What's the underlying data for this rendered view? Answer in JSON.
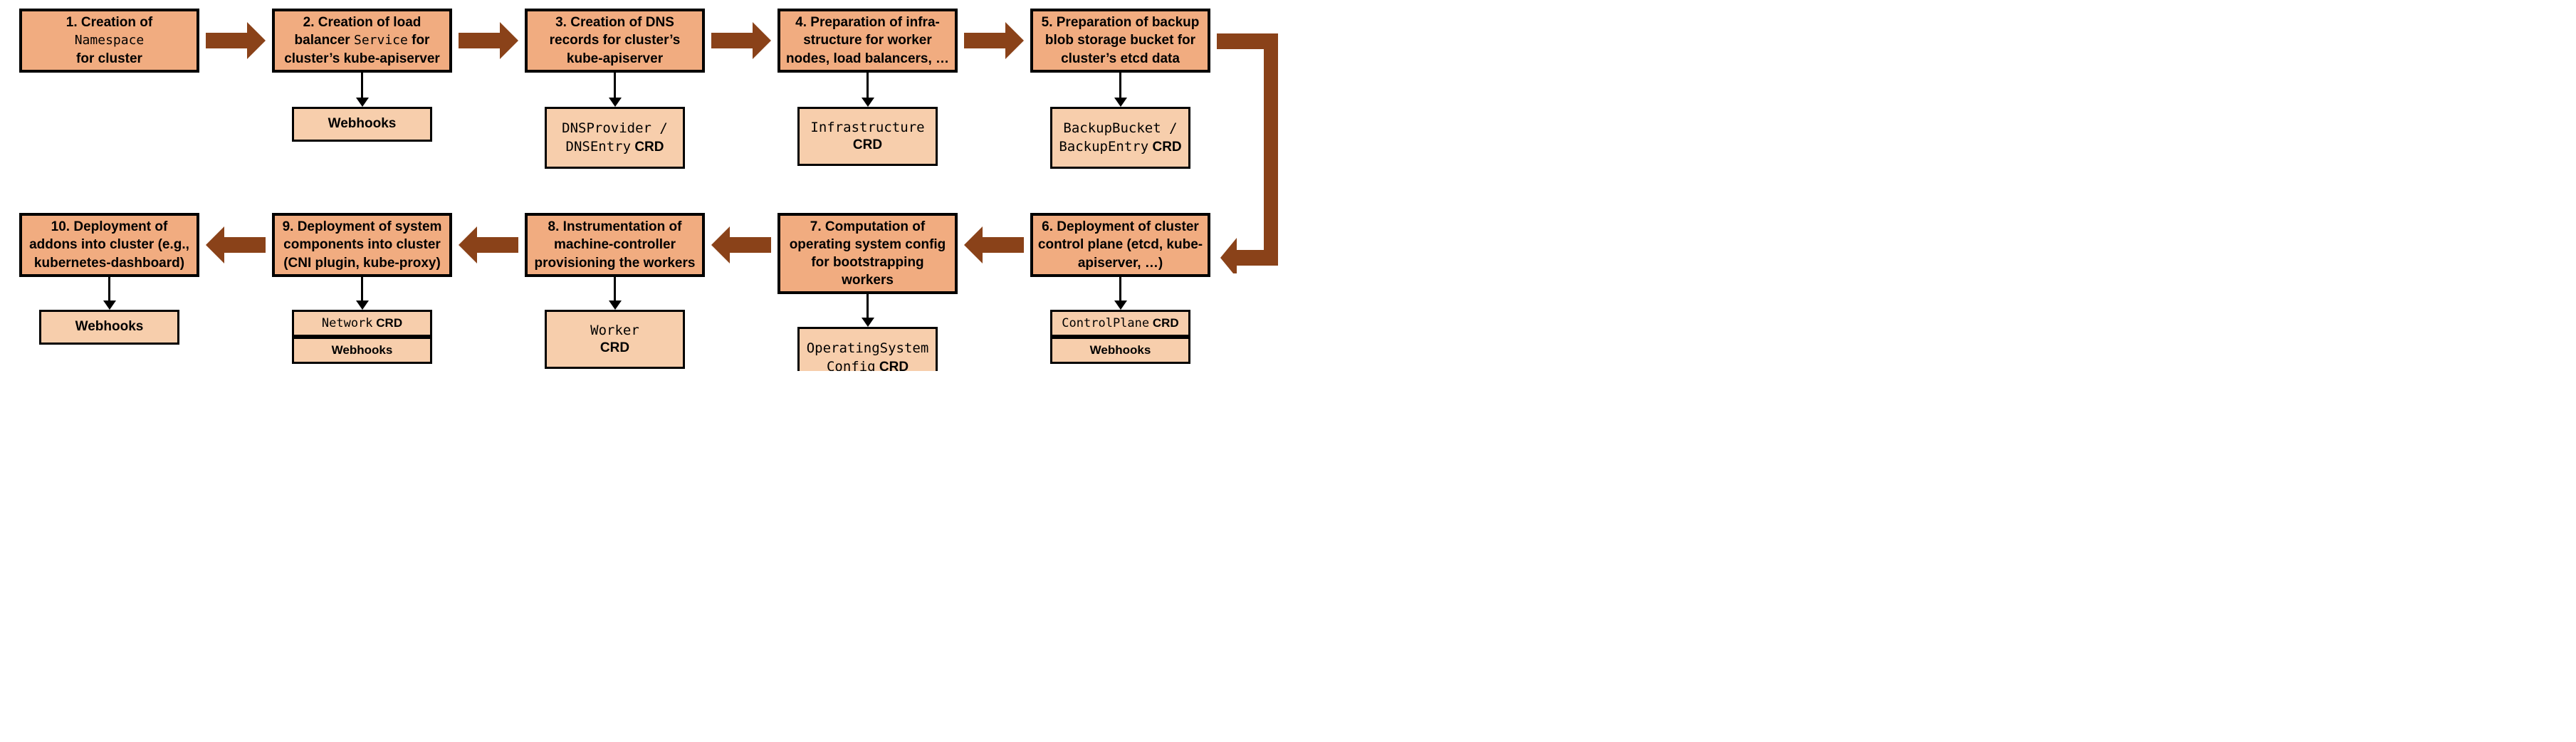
{
  "colors": {
    "box-fill": "#F1AC80",
    "sub-fill": "#F7CEAC",
    "arrow": "#8A4219",
    "ink": "#000000",
    "bg": "#FFFFFF"
  },
  "steps": [
    {
      "title": [
        {
          "text": "1. Creation of"
        },
        {
          "text": "Namespace",
          "mono": true
        },
        {
          "text": "for cluster"
        }
      ],
      "subs": []
    },
    {
      "title": [
        {
          "text": "2. Creation of load balancer "
        },
        {
          "text": "Service",
          "mono": true
        },
        {
          "text": " for cluster’s kube-apiserver"
        }
      ],
      "subs": [
        {
          "label": "Webhooks"
        }
      ]
    },
    {
      "title": [
        {
          "text": "3. Creation of DNS records for cluster’s kube-apiserver"
        }
      ],
      "subs": [
        {
          "mono": "DNSProvider / DNSEntry",
          "crd": "CRD"
        }
      ]
    },
    {
      "title": [
        {
          "text": "4. Preparation of infra-structure for worker nodes, load balancers, …"
        }
      ],
      "subs": [
        {
          "mono": "Infrastructure",
          "crd": "CRD"
        }
      ]
    },
    {
      "title": [
        {
          "text": "5. Preparation of backup blob storage bucket for cluster’s etcd data"
        }
      ],
      "subs": [
        {
          "mono": "BackupBucket / BackupEntry",
          "crd": "CRD"
        }
      ]
    },
    {
      "title": [
        {
          "text": "6. Deployment of cluster control plane (etcd, kube-apiserver, …)"
        }
      ],
      "subs": [
        {
          "mono": "ControlPlane",
          "crd": "CRD"
        },
        {
          "label": "Webhooks"
        }
      ]
    },
    {
      "title": [
        {
          "text": "7. Computation of operating system config for bootstrapping workers"
        }
      ],
      "subs": [
        {
          "mono": "OperatingSystem Config",
          "crd": "CRD"
        }
      ]
    },
    {
      "title": [
        {
          "text": "8. Instrumentation of machine-controller provisioning the workers"
        }
      ],
      "subs": [
        {
          "mono": "Worker",
          "crd": "CRD"
        }
      ]
    },
    {
      "title": [
        {
          "text": "9. Deployment of system components into cluster (CNI plugin, kube-proxy)"
        }
      ],
      "subs": [
        {
          "mono": "Network",
          "crd": "CRD"
        },
        {
          "label": "Webhooks"
        }
      ]
    },
    {
      "title": [
        {
          "text": "10. Deployment of addons into cluster (e.g., kubernetes-dashboard)"
        }
      ],
      "subs": [
        {
          "label": "Webhooks"
        }
      ]
    }
  ]
}
